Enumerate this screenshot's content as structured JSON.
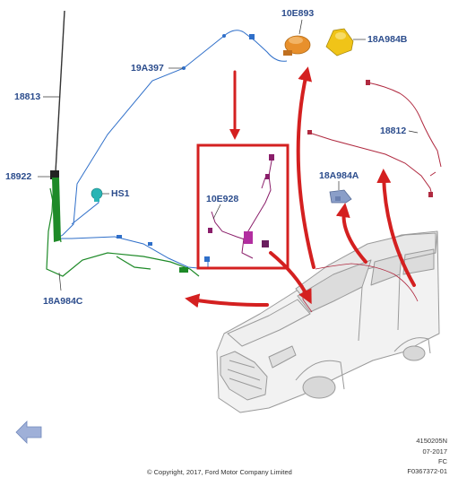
{
  "colors": {
    "label": "#2b4c8c",
    "antenna_cable": "#2f6fc9",
    "lower_harness": "#1e8a28",
    "upper_harness": "#b02a40",
    "highlight_box": "#d42020",
    "arrow": "#d42020",
    "vehicle_line": "#9a9a9a",
    "vehicle_fill": "#f2f2f2",
    "module_orange": "#e8902c",
    "module_yellow": "#f0c418",
    "clip_teal": "#2ab4b4",
    "nav_arrow": "#9fb0d8"
  },
  "labels": {
    "10E893": "10E893",
    "18A984B": "18A984B",
    "19A397": "19A397",
    "18813": "18813",
    "18812": "18812",
    "18922": "18922",
    "18A984A": "18A984A",
    "HS1": "HS1",
    "10E928": "10E928",
    "18A984C": "18A984C"
  },
  "footer": {
    "copyright": "© Copyright, 2017, Ford Motor Company Limited",
    "ref_line1": "4150205N",
    "ref_line2": "07-2017",
    "ref_line3": "FC",
    "ref_line4": "F0367372-01"
  },
  "icons": {
    "nav": "back-arrow-icon"
  }
}
